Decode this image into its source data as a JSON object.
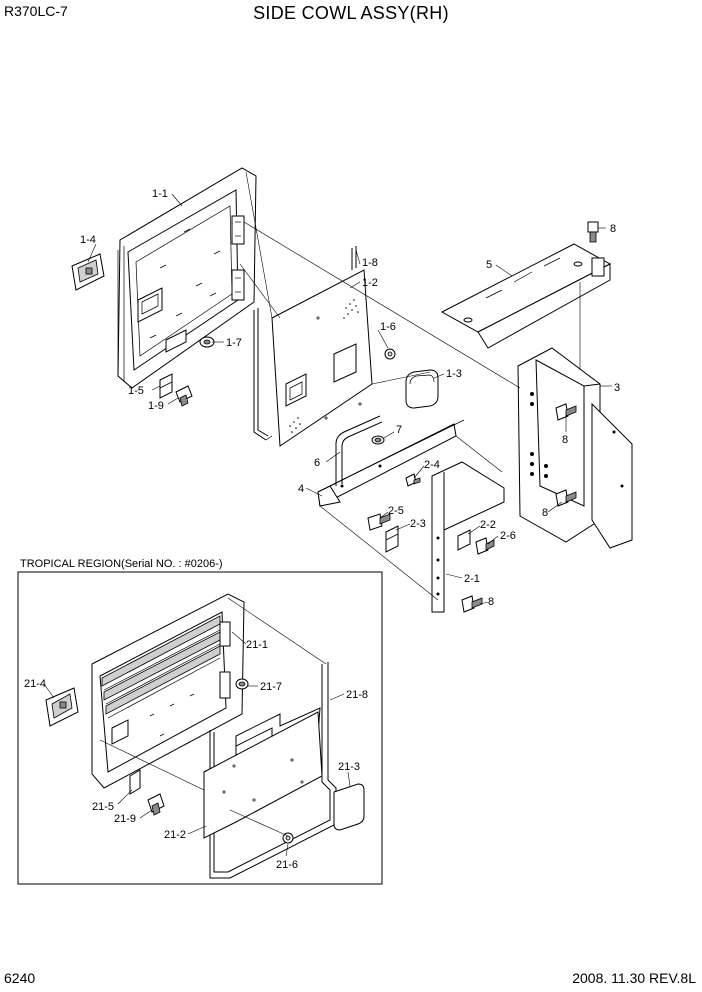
{
  "header": {
    "model": "R370LC-7",
    "title": "SIDE COWL ASSY(RH)"
  },
  "footer": {
    "page_number": "6240",
    "revision": "2008. 11.30  REV.8L"
  },
  "inset": {
    "caption": "TROPICAL REGION(Serial NO. : #0206-)"
  },
  "callouts": {
    "c1_1": "1-1",
    "c1_2": "1-2",
    "c1_3": "1-3",
    "c1_4": "1-4",
    "c1_5": "1-5",
    "c1_6": "1-6",
    "c1_7": "1-7",
    "c1_8": "1-8",
    "c1_9": "1-9",
    "c2_1": "2-1",
    "c2_2": "2-2",
    "c2_3": "2-3",
    "c2_4": "2-4",
    "c2_5": "2-5",
    "c2_6": "2-6",
    "c3": "3",
    "c4": "4",
    "c5": "5",
    "c6": "6",
    "c7": "7",
    "c8a": "8",
    "c8b": "8",
    "c8c": "8",
    "c8d": "8",
    "c21_1": "21-1",
    "c21_2": "21-2",
    "c21_3": "21-3",
    "c21_4": "21-4",
    "c21_5": "21-5",
    "c21_6": "21-6",
    "c21_7": "21-7",
    "c21_8": "21-8",
    "c21_9": "21-9"
  }
}
